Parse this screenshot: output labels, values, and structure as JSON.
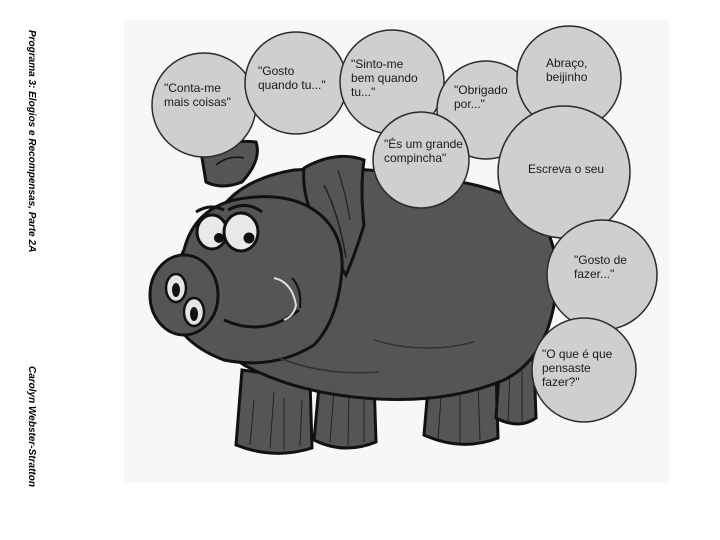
{
  "side_captions": {
    "program": "Programa 3: Elogios e Recompensas, Parte 2A",
    "author": "Carolyn Webster-Stratton"
  },
  "colors": {
    "bubble_fill": "#cfcfcf",
    "bubble_stroke": "#2a2a2a",
    "pig_body": "#555555",
    "pig_outline": "#111111",
    "pig_face": "#e4e4e4"
  },
  "bubbles": [
    {
      "id": "conta-me",
      "lines": [
        "\"Conta-me",
        "mais coisas\""
      ]
    },
    {
      "id": "gosto-quando",
      "lines": [
        "\"Gosto",
        "quando tu...\""
      ]
    },
    {
      "id": "sinto-me",
      "lines": [
        "\"Sinto-me",
        "bem quando",
        "tu...\""
      ]
    },
    {
      "id": "obrigado",
      "lines": [
        "\"Obrigado",
        "por...\""
      ]
    },
    {
      "id": "abraco",
      "lines": [
        "Abraço,",
        "beijinho"
      ]
    },
    {
      "id": "es-um-grande",
      "lines": [
        "\"És um grande",
        "compincha\""
      ]
    },
    {
      "id": "escreva",
      "lines": [
        "Escreva o seu"
      ]
    },
    {
      "id": "gosto-fazer",
      "lines": [
        "\"Gosto de",
        "fazer...\""
      ]
    },
    {
      "id": "o-que-e",
      "lines": [
        "\"O que é que",
        "pensaste",
        "fazer?\""
      ]
    }
  ]
}
